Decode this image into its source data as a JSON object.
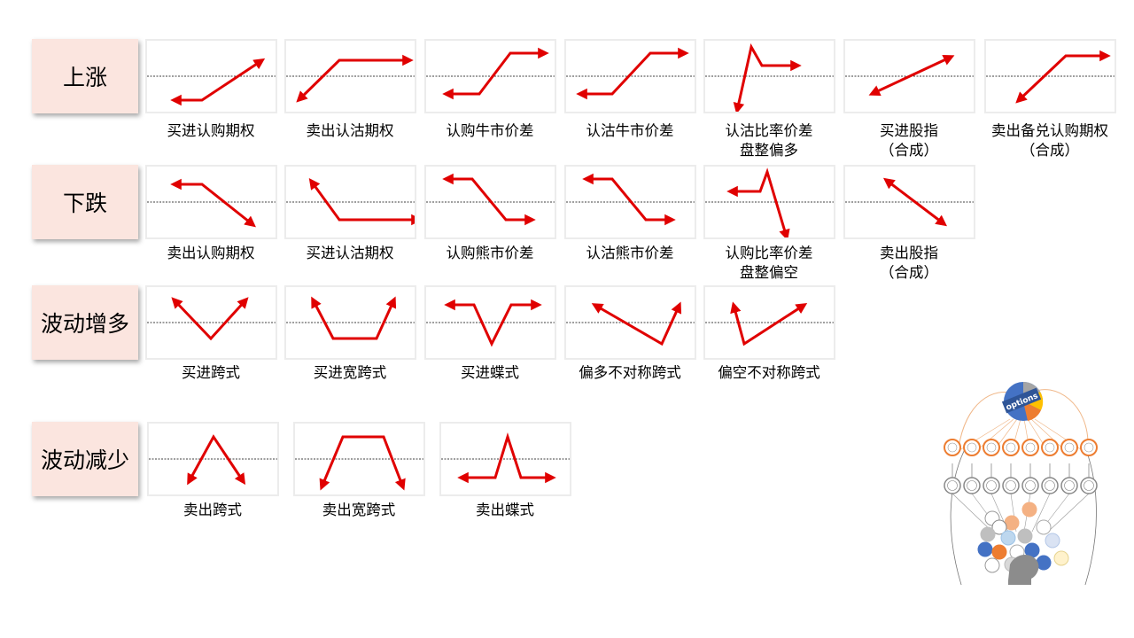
{
  "colors": {
    "arrow": "#e00000",
    "label_bg": "#fbe5df",
    "card_border": "#ececec",
    "dash": "#000000"
  },
  "rows": [
    {
      "label": "上涨",
      "items": [
        {
          "caption": [
            "买进认购期权"
          ]
        },
        {
          "caption": [
            "卖出认沽期权"
          ]
        },
        {
          "caption": [
            "认购牛市价差"
          ]
        },
        {
          "caption": [
            "认沽牛市价差"
          ]
        },
        {
          "caption": [
            "认沽比率价差",
            "盘整偏多"
          ]
        },
        {
          "caption": [
            "买进股指",
            "（合成）"
          ]
        },
        {
          "caption": [
            "卖出备兑认购期权",
            "（合成）"
          ]
        }
      ]
    },
    {
      "label": "下跌",
      "items": [
        {
          "caption": [
            "卖出认购期权"
          ]
        },
        {
          "caption": [
            "买进认沽期权"
          ]
        },
        {
          "caption": [
            "认购熊市价差"
          ]
        },
        {
          "caption": [
            "认沽熊市价差"
          ]
        },
        {
          "caption": [
            "认购比率价差",
            "盘整偏空"
          ]
        },
        {
          "caption": [
            "卖出股指",
            "（合成）"
          ]
        }
      ]
    },
    {
      "label": "波动增多",
      "items": [
        {
          "caption": [
            "买进跨式"
          ]
        },
        {
          "caption": [
            "买进宽跨式"
          ]
        },
        {
          "caption": [
            "买进蝶式"
          ]
        },
        {
          "caption": [
            "偏多不对称跨式"
          ]
        },
        {
          "caption": [
            "偏空不对称跨式"
          ]
        }
      ]
    },
    {
      "label": "波动减少",
      "items": [
        {
          "caption": [
            "卖出跨式"
          ]
        },
        {
          "caption": [
            "卖出宽跨式"
          ]
        },
        {
          "caption": [
            "卖出蝶式"
          ]
        }
      ]
    }
  ],
  "decoration": {
    "pie_label": "options",
    "icon": "brain-network-icon"
  }
}
